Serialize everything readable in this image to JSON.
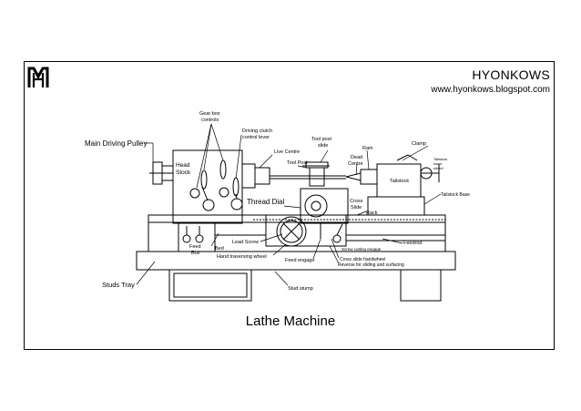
{
  "header": {
    "brand_name": "HYONKOWS",
    "brand_url": "www.hyonkows.blogspot.com",
    "logo_icon": "hyonkows-monogram-icon"
  },
  "title": "Lathe Machine",
  "labels": {
    "main_driving_pulley": "Main Driving Pulley",
    "gear_box_controls": [
      "Gear box",
      "controls"
    ],
    "driving_clutch": [
      "Driving clutch",
      "control lever"
    ],
    "live_centre": "Live Centre",
    "tool_post_slide": [
      "Tool post",
      "slide"
    ],
    "tool_post": "Tool Post",
    "dead_centre": [
      "Dead",
      "Centre"
    ],
    "ram": "Ram",
    "clamp": "Clamp",
    "tailstock_hand_wheel": [
      "Tailstock",
      "hand",
      "wheel"
    ],
    "tailstock": "Tailstock",
    "tailstock_base": "Tailstock Base",
    "head_stock": [
      "Head",
      "Stock"
    ],
    "thread_dial": "Thread Dial",
    "cross_slide": [
      "Cross",
      "Slide"
    ],
    "rack": "Rack",
    "feed_rod": "Feedrod",
    "lead_screw": "Lead Screw",
    "feed_box": [
      "Feed",
      "Box"
    ],
    "bed": "Bed",
    "screw_cutting_engage": "Screw cutting engage",
    "hand_traversing_wheel": "Hand traversing wheel",
    "feed_engage": "Feed engage",
    "cross_slide_handwheel": "Cross slide handwheel",
    "reverse_for_sliding": "Reverse for sliding and surfacing",
    "studs_tray": "Studs Tray",
    "stud_stump": "Stud stump"
  }
}
